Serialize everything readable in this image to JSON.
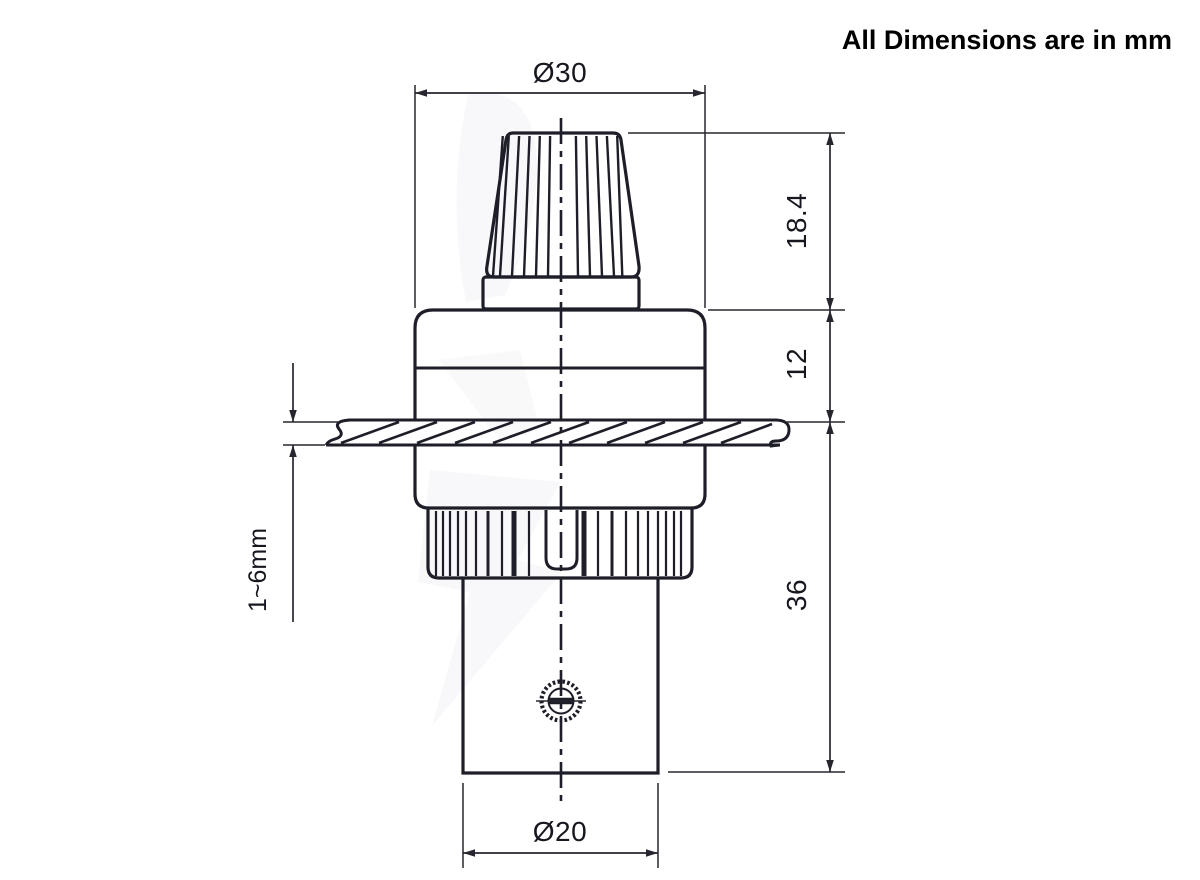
{
  "title": "All Dimensions are in mm",
  "dimensions": {
    "top_diameter": "Ø30",
    "knob_height": "18.4",
    "body_height": "12",
    "shaft_length": "36",
    "panel_thickness": "1~6mm",
    "shaft_diameter": "Ø20"
  },
  "colors": {
    "outline": "#1e1e29",
    "dimension_lines": "#26262f",
    "text": "#17171f",
    "background": "#ffffff"
  }
}
